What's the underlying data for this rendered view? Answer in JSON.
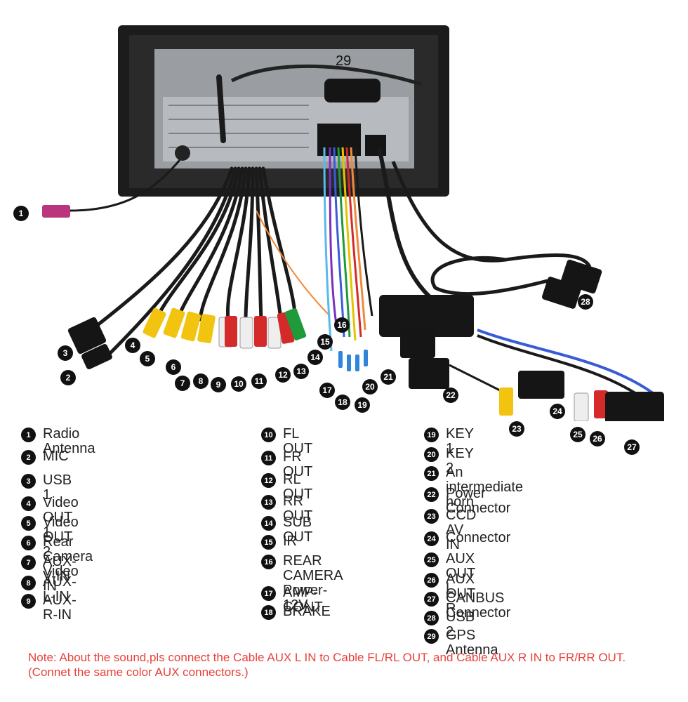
{
  "diagram": {
    "gps_label": "29",
    "callouts": [
      "1",
      "2",
      "3",
      "4",
      "5",
      "6",
      "7",
      "8",
      "9",
      "10",
      "11",
      "12",
      "13",
      "14",
      "15",
      "16",
      "17",
      "18",
      "19",
      "20",
      "21",
      "22",
      "23",
      "24",
      "25",
      "26",
      "27",
      "28"
    ],
    "legend": {
      "col1": [
        {
          "num": "1",
          "label": "Radio Antenna"
        },
        {
          "num": "2",
          "label": "MIC"
        },
        {
          "num": "3",
          "label": "USB 1"
        },
        {
          "num": "4",
          "label": "Video OUT 1"
        },
        {
          "num": "5",
          "label": "Video OUT 2"
        },
        {
          "num": "6",
          "label": "Rear Camera Video IN"
        },
        {
          "num": "7",
          "label": "AUX-V-IN"
        },
        {
          "num": "8",
          "label": "AUX-L-IN"
        },
        {
          "num": "9",
          "label": "AUX-R-IN"
        }
      ],
      "col2": [
        {
          "num": "10",
          "label": "FL OUT"
        },
        {
          "num": "11",
          "label": "FR OUT"
        },
        {
          "num": "12",
          "label": "RL OUT"
        },
        {
          "num": "13",
          "label": "RR OUT"
        },
        {
          "num": "14",
          "label": "SUB OUT"
        },
        {
          "num": "15",
          "label": "IR"
        },
        {
          "num": "16",
          "label": "REAR CAMERA\nPower-12V"
        },
        {
          "num": "17",
          "label": "AMP-CONT"
        },
        {
          "num": "18",
          "label": "BRAKE"
        }
      ],
      "col3": [
        {
          "num": "19",
          "label": "KEY 1"
        },
        {
          "num": "20",
          "label": "KEY 2"
        },
        {
          "num": "21",
          "label": "An intermediate horn"
        },
        {
          "num": "22",
          "label": "Power Connector"
        },
        {
          "num": "23",
          "label": "CCD AV IN"
        },
        {
          "num": "24",
          "label": "Connector"
        },
        {
          "num": "25",
          "label": "AUX OUT L"
        },
        {
          "num": "26",
          "label": "AUX OUT R"
        },
        {
          "num": "27",
          "label": "CANBUS Connector"
        },
        {
          "num": "28",
          "label": "USB 2"
        },
        {
          "num": "29",
          "label": "GPS Antenna"
        }
      ]
    },
    "note": "Note: About the sound,pls connect the Cable AUX L IN to Cable FL/RL OUT, and Cable AUX R IN to FR/RR OUT.(Connet the same color AUX connectors.)"
  },
  "colors": {
    "callout_bg": "#111111",
    "note_text": "#e8413a",
    "rca_yellow": "#f2c40f",
    "rca_red": "#d42a2a",
    "rca_white": "#eeeeee",
    "rca_green": "#1f9a3a"
  }
}
